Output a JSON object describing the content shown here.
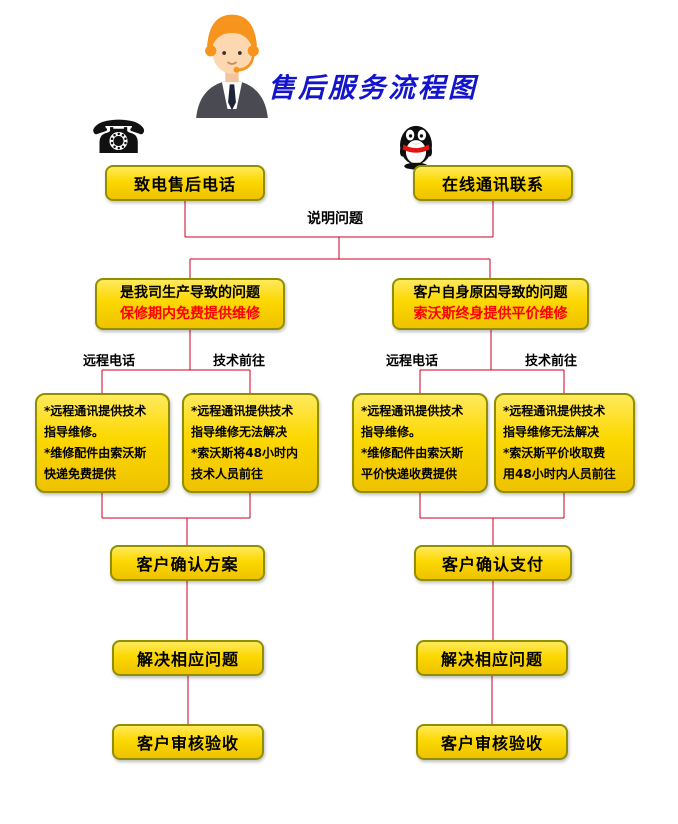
{
  "title": "售后服务流程图",
  "start": {
    "left": {
      "label": "致电售后电话",
      "icon": "telephone-icon"
    },
    "right": {
      "label": "在线通讯联系",
      "icon": "qq-messenger-icon"
    }
  },
  "explain_label": "说明问题",
  "branches": {
    "left": {
      "condition": "是我司生产导致的问题",
      "condition_note": "保修期内免费提供维修",
      "remote_label": "远程电话",
      "onsite_label": "技术前往",
      "remote_detail": "*远程通讯提供技术\n指导维修。\n*维修配件由索沃斯\n快递免费提供",
      "onsite_detail": "*远程通讯提供技术\n指导维修无法解决\n*索沃斯将48小时内\n技术人员前往",
      "confirm": "客户确认方案",
      "solve": "解决相应问题",
      "accept": "客户审核验收"
    },
    "right": {
      "condition": "客户自身原因导致的问题",
      "condition_note": "索沃斯终身提供平价维修",
      "remote_label": "远程电话",
      "onsite_label": "技术前往",
      "remote_detail": "*远程通讯提供技术\n指导维修。\n*维修配件由索沃斯\n平价快递收费提供",
      "onsite_detail": "*远程通讯提供技术\n指导维修无法解决\n*索沃斯平价收取费\n用48小时内人员前往",
      "confirm": "客户确认支付",
      "solve": "解决相应问题",
      "accept": "客户审核验收"
    }
  },
  "colors": {
    "line": "#cc0022",
    "title": "#1414cc",
    "note_red": "#ff0000",
    "box_top": "#ffe95c",
    "box_mid": "#fcd800",
    "box_bottom": "#eec200",
    "box_border": "#8f8f00"
  }
}
